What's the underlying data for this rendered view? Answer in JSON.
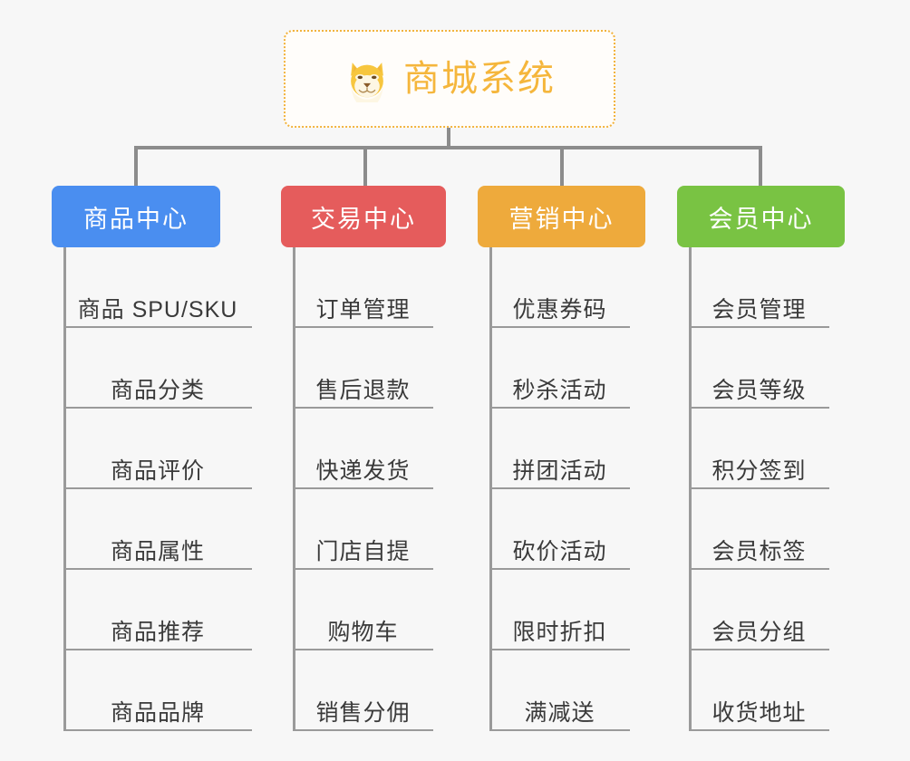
{
  "root": {
    "title": "商城系统",
    "icon": "shiba-dog-icon",
    "border_color": "#f2b33d",
    "text_color": "#f5b63c",
    "background": "#fffdfa"
  },
  "canvas": {
    "background": "#f7f7f7",
    "connector_color": "#8c8c8c",
    "leaf_line_color": "#9a9a9a"
  },
  "columns": [
    {
      "title": "商品中心",
      "color": "#4a8ef0",
      "items": [
        "商品 SPU/SKU",
        "商品分类",
        "商品评价",
        "商品属性",
        "商品推荐",
        "商品品牌"
      ]
    },
    {
      "title": "交易中心",
      "color": "#e55c5c",
      "items": [
        "订单管理",
        "售后退款",
        "快递发货",
        "门店自提",
        "购物车",
        "销售分佣"
      ]
    },
    {
      "title": "营销中心",
      "color": "#eeaa3c",
      "items": [
        "优惠券码",
        "秒杀活动",
        "拼团活动",
        "砍价活动",
        "限时折扣",
        "满减送"
      ]
    },
    {
      "title": "会员中心",
      "color": "#79c343",
      "items": [
        "会员管理",
        "会员等级",
        "积分签到",
        "会员标签",
        "会员分组",
        "收货地址"
      ]
    }
  ]
}
